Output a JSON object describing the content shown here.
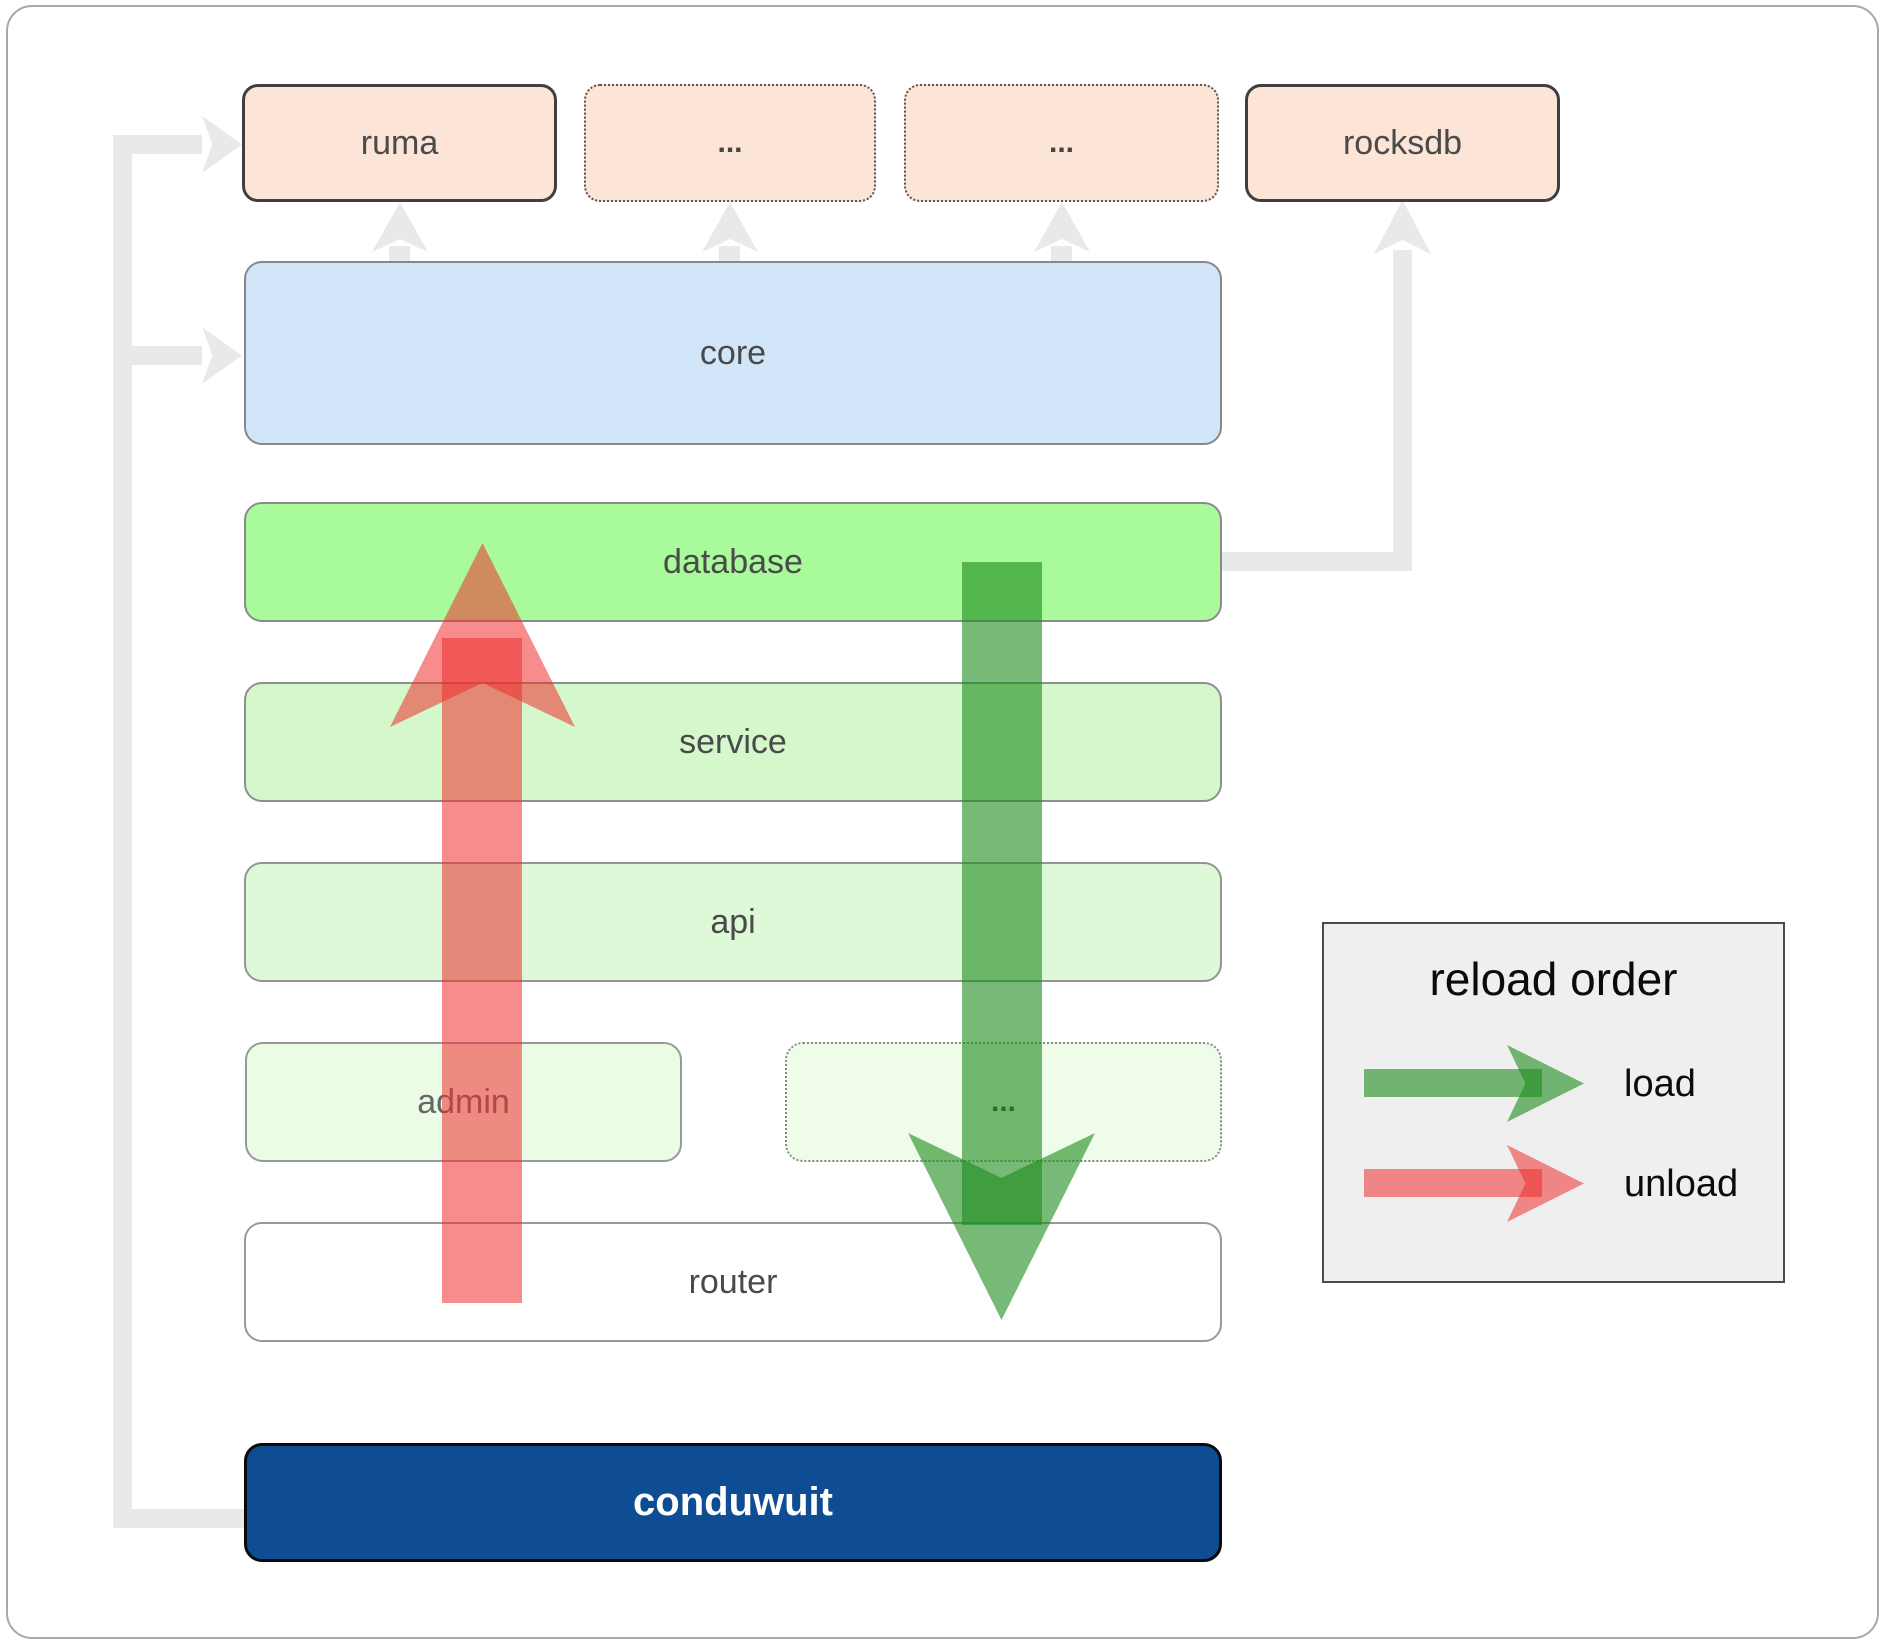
{
  "nodes": {
    "ruma": "ruma",
    "ellipsis_top_1": "...",
    "ellipsis_top_2": "...",
    "rocksdb": "rocksdb",
    "core": "core",
    "database": "database",
    "service": "service",
    "api": "api",
    "admin": "admin",
    "ellipsis_bottom": "...",
    "router": "router",
    "conduwuit": "conduwuit"
  },
  "legend": {
    "title": "reload order",
    "items": [
      {
        "label": "load",
        "color": "#3c9a3c"
      },
      {
        "label": "unload",
        "color": "#f28080"
      }
    ]
  },
  "colors": {
    "peach_fill": "#fce4d6",
    "core_fill": "#d2e6fa",
    "database_fill": "#a8fa9a",
    "service_fill": "#d4f7cb",
    "api_fill": "#def9d7",
    "admin_fill": "#eafce6",
    "ellipsis_bottom_fill": "#eefce9",
    "router_fill": "#ffffff",
    "conduwuit_fill": "#0e4d93",
    "connector_gray": "#e9e9e9",
    "load_arrow": "rgba(28,138,28,0.60)",
    "unload_arrow": "rgba(238,46,46,0.55)"
  }
}
